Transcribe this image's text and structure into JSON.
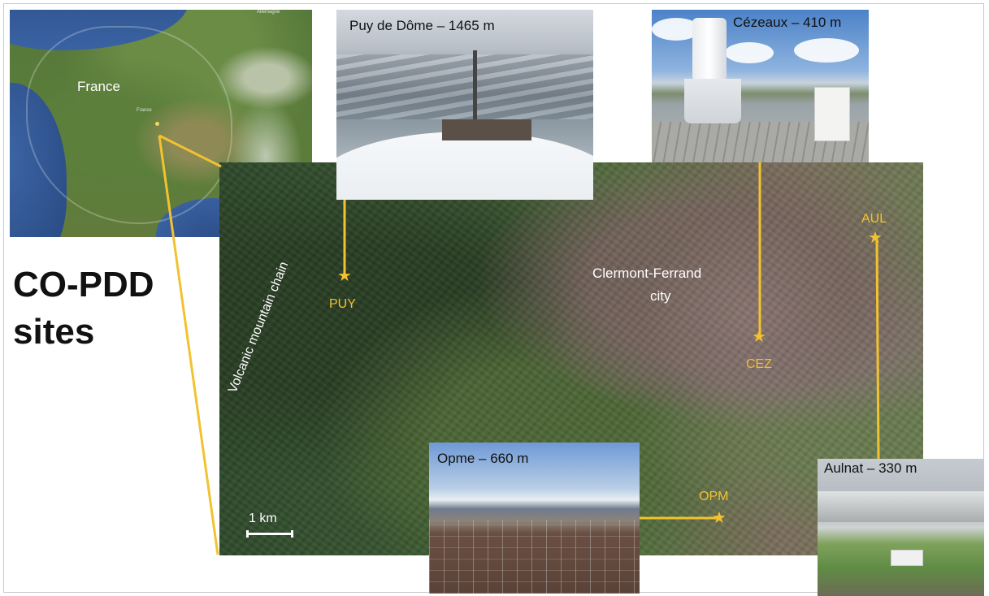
{
  "title": {
    "line1": "CO-PDD",
    "line2": "sites"
  },
  "inset_map": {
    "country_label": "France",
    "small_label_country": "France",
    "small_label_neighbor": "Allemagne"
  },
  "main_map": {
    "region_label": "Volcanic mountain chain",
    "city_label_line1": "Clermont-Ferrand",
    "city_label_line2": "city",
    "scale_label": "1 km"
  },
  "sites": [
    {
      "code": "PUY",
      "photo_caption": "Puy de Dôme – 1465 m"
    },
    {
      "code": "CEZ",
      "photo_caption": "Cézeaux – 410 m"
    },
    {
      "code": "OPM",
      "photo_caption": "Opme – 660 m"
    },
    {
      "code": "AUL",
      "photo_caption": "Aulnat – 330 m"
    }
  ],
  "colors": {
    "site_marker": "#f2c230",
    "connector_line": "#f2c230",
    "title_text": "#111111"
  },
  "icons": {
    "site_marker": "star-icon"
  }
}
